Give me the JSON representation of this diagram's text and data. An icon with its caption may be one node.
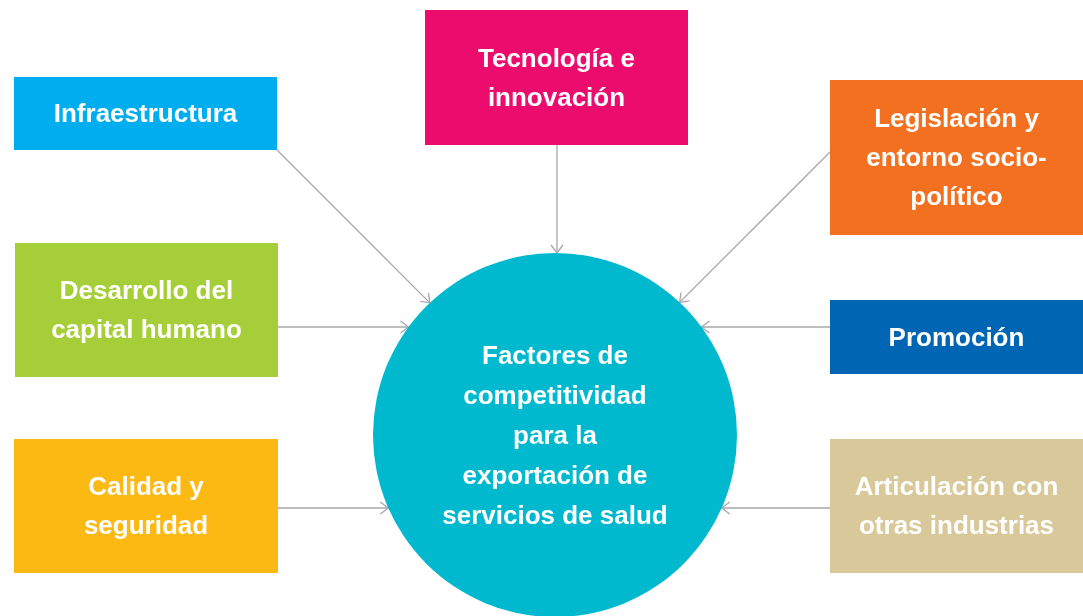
{
  "diagram": {
    "nodes": [
      {
        "text": [
          "Infraestructura"
        ]
      },
      {
        "text": [
          "Tecnología e innovación"
        ]
      },
      {
        "text": [
          "Legislación y entorno socio-político"
        ]
      },
      {
        "text": [
          "Desarrollo del capital humano"
        ]
      },
      {
        "text": [
          "Factores de competitividad para la exportación de servicios de salud"
        ]
      },
      {
        "text": [
          "Promoción"
        ]
      },
      {
        "text": [
          "Calidad y seguridad"
        ]
      },
      {
        "text": [
          "Articulación con otras industrias"
        ]
      }
    ],
    "edges": [
      {
        "from": 0,
        "to": 4,
        "arrow": "to"
      },
      {
        "from": 1,
        "to": 4,
        "arrow": "to"
      },
      {
        "from": 2,
        "to": 4,
        "arrow": "to"
      },
      {
        "from": 3,
        "to": 4,
        "arrow": "to"
      },
      {
        "from": 5,
        "to": 4,
        "arrow": "to"
      },
      {
        "from": 6,
        "to": 4,
        "arrow": "to"
      },
      {
        "from": 7,
        "to": 4,
        "arrow": "to"
      }
    ]
  }
}
